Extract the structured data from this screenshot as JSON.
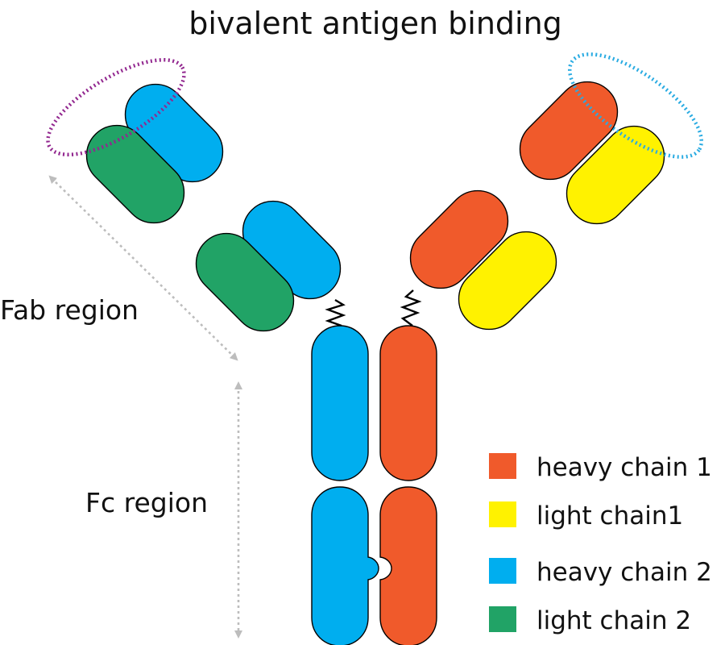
{
  "title": "bivalent antigen binding",
  "regions": {
    "fab": "Fab region",
    "fc": "Fc region"
  },
  "colors": {
    "heavy_chain_1": "#f05a2b",
    "light_chain_1": "#fff200",
    "heavy_chain_2": "#00aeef",
    "light_chain_2": "#21a366",
    "binding_site_left": "#92278f",
    "binding_site_right": "#29abe2"
  },
  "legend": [
    {
      "label": "heavy chain 1",
      "color": "#f05a2b"
    },
    {
      "label": "light chain1",
      "color": "#fff200"
    },
    {
      "label": "heavy chain 2",
      "color": "#00aeef"
    },
    {
      "label": "light chain 2",
      "color": "#21a366"
    }
  ]
}
